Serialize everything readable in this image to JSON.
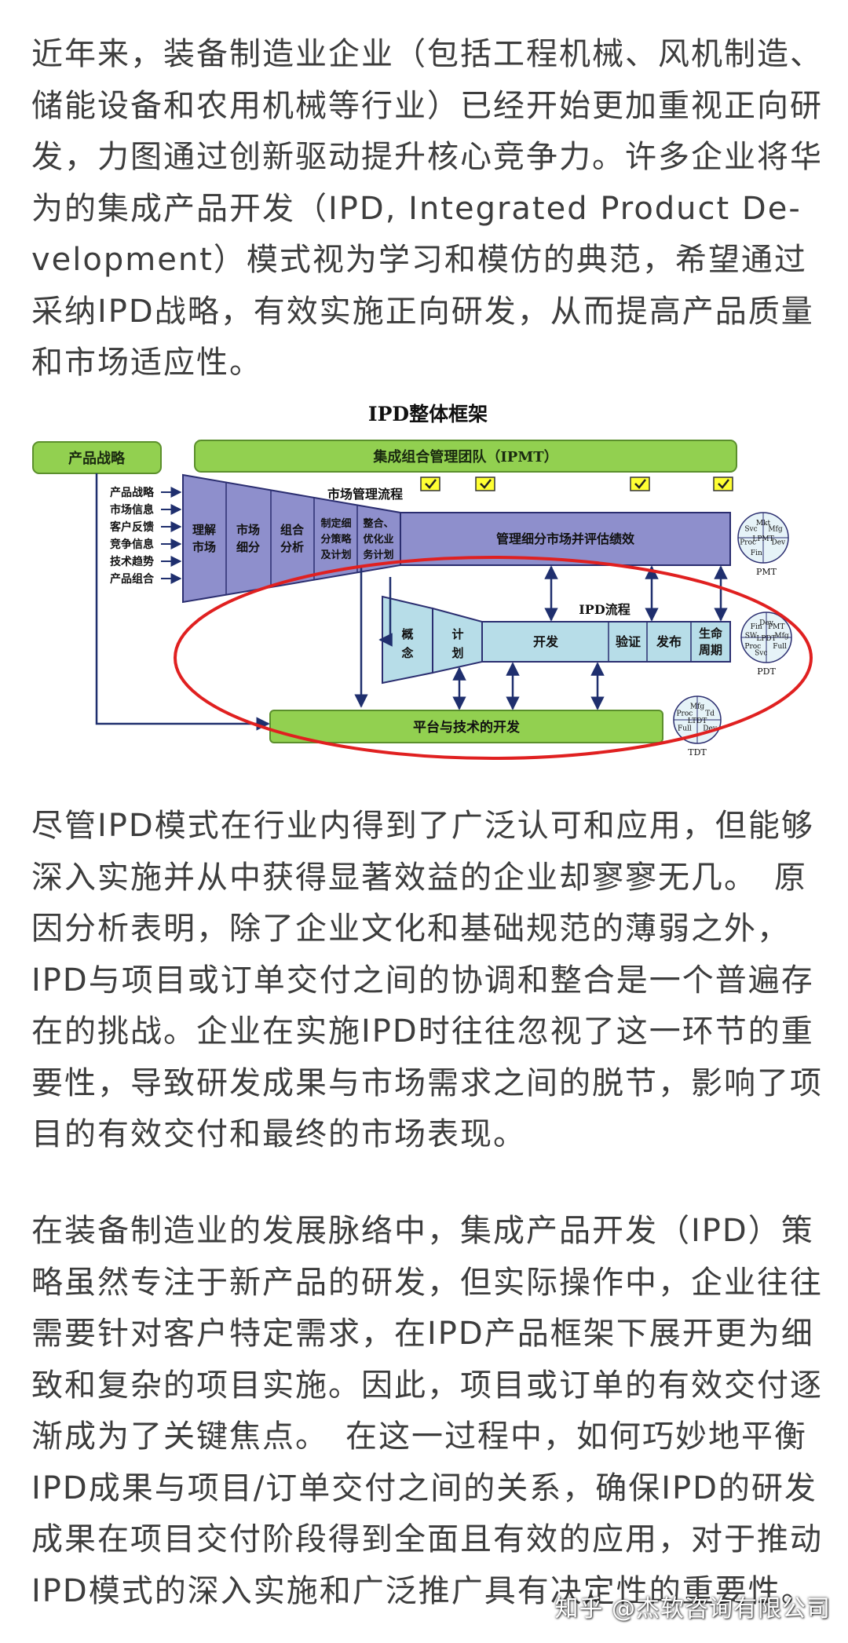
{
  "paragraphs": {
    "p1": [
      "近年来，装备制造业企业（包括工程机械、风机制造、",
      "储能设备和农用机械等行业）已经开始更加重视正向研",
      "发，力图通过创新驱动提升核心竞争力。许多企业将华",
      "为的集成产品开发（IPD, Integrated Product De-",
      "velopment）模式视为学习和模仿的典范，希望通过",
      "采纳IPD战略，有效实施正向研发，从而提高产品质量",
      "和市场适应性。"
    ],
    "p2": [
      "尽管IPD模式在行业内得到了广泛认可和应用，但能够",
      "深入实施并从中获得显著效益的企业却寥寥无几。　原",
      "因分析表明，除了企业文化和基础规范的薄弱之外，",
      "IPD与项目或订单交付之间的协调和整合是一个普遍存",
      "在的挑战。企业在实施IPD时往往忽视了这一环节的重",
      "要性，导致研发成果与市场需求之间的脱节，影响了项",
      "目的有效交付和最终的市场表现。"
    ],
    "p3": [
      "在装备制造业的发展脉络中，集成产品开发（IPD）策",
      "略虽然专注于新产品的研发，但实际操作中，企业往往",
      "需要针对客户特定需求，在IPD产品框架下展开更为细",
      "致和复杂的项目实施。因此，项目或订单的有效交付逐",
      "渐成为了关键焦点。　在这一过程中，如何巧妙地平衡",
      "IPD成果与项目/订单交付之间的关系，确保IPD的研发",
      "成果在项目交付阶段得到全面且有效的应用，对于推动",
      "IPD模式的深入实施和广泛推广具有决定性的重要性。"
    ]
  },
  "figure": {
    "title": "IPD整体框架",
    "product_strategy": "产品战略",
    "ipmt": "集成组合管理团队（IPMT）",
    "market_process_label": "市场管理流程",
    "inputs": [
      "产品战略",
      "市场信息",
      "客户反馈",
      "竞争信息",
      "技术趋势",
      "产品组合"
    ],
    "funnel_stages": [
      [
        "理解",
        "市场"
      ],
      [
        "市场",
        "细分"
      ],
      [
        "组合",
        "分析"
      ],
      [
        "制定细",
        "分策略",
        "及计划"
      ],
      [
        "整合、",
        "优化业",
        "务计划"
      ]
    ],
    "manage_bar": "管理细分市场并评估绩效",
    "pmt_caption": "PMT",
    "pmt_labels": [
      "Mkt",
      "Mfg",
      "Dev",
      "LPMT",
      "Fin",
      "Proc",
      "Svc"
    ],
    "ipd_process_label": "IPD流程",
    "pdt_stages": {
      "concept": [
        "概",
        "念"
      ],
      "plan": [
        "计",
        "划"
      ],
      "dev": "开发",
      "verify": "验证",
      "release": "发布",
      "life": [
        "生命",
        "周期"
      ]
    },
    "pdt_caption": "PDT",
    "pdt_labels": [
      "Dev",
      "PMT",
      "Mfg",
      "Full",
      "LPDT",
      "Svc",
      "Proc",
      "SW",
      "Fin"
    ],
    "platform_bar": "平台与技术的开发",
    "tdt_caption": "TDT",
    "tdt_labels": [
      "Mfg",
      "Td",
      "Dev",
      "LTDT",
      "Full",
      "Proc"
    ]
  },
  "watermark": "知乎 @杰软咨询有限公司",
  "colors": {
    "text": "#3d3d3d",
    "green": "#92d050",
    "funnel": "#8e8fcc",
    "pdt": "#b7dde8",
    "checkbox": "#ffff33",
    "annotation_red": "#e02020",
    "arrow_navy": "#1f2f6e"
  }
}
